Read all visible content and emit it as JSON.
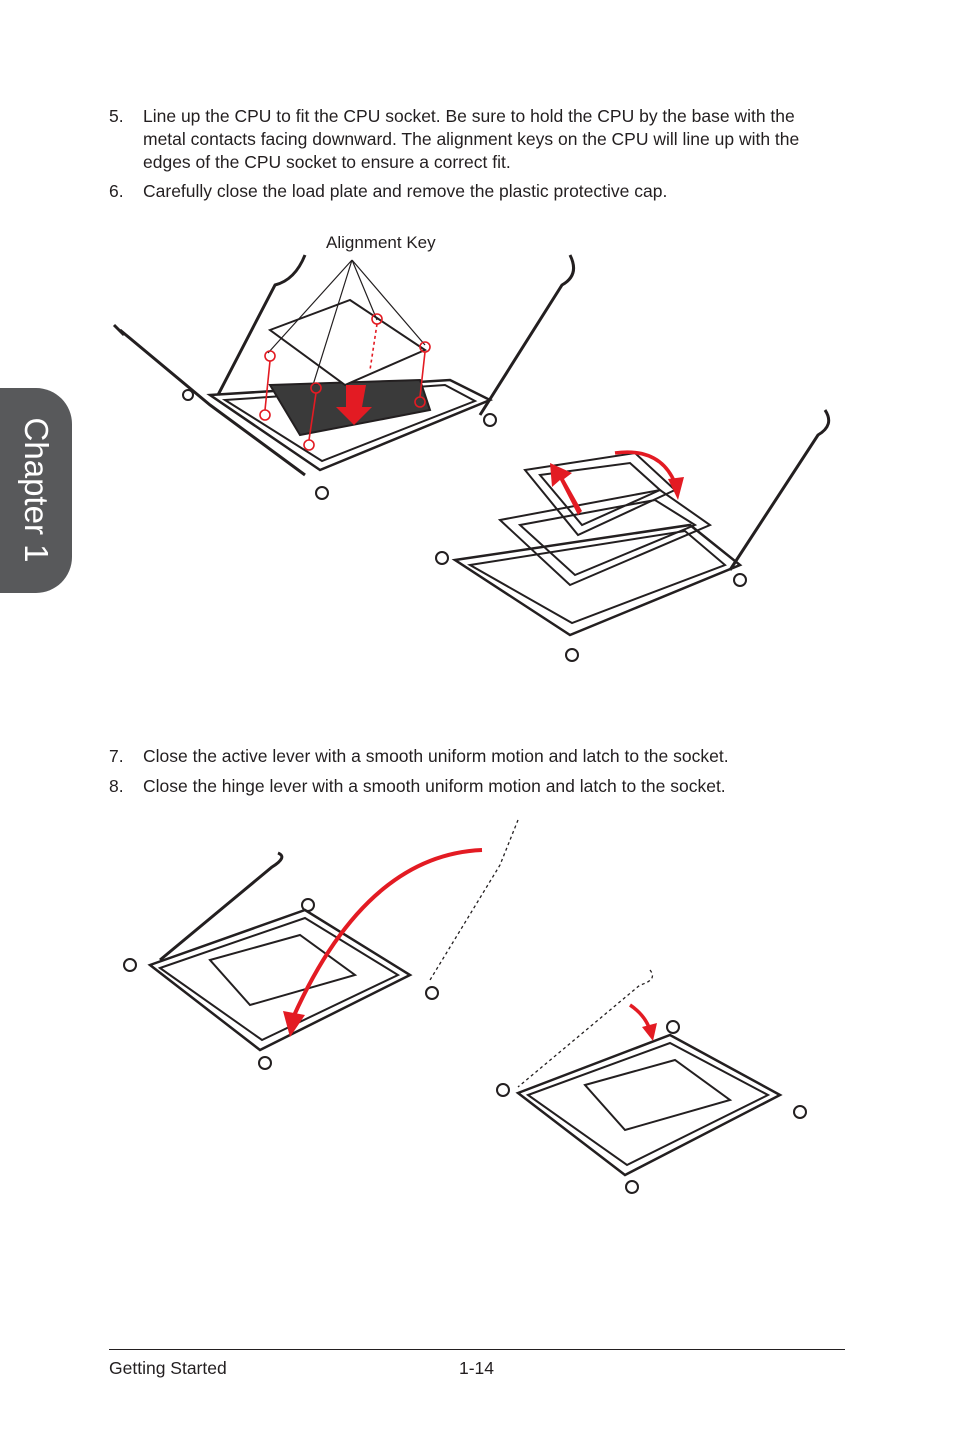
{
  "chapter_tab": "Chapter 1",
  "steps": [
    {
      "num": "5.",
      "text": "Line up the CPU to fit the CPU socket. Be sure to hold the CPU by the base with the metal contacts facing downward. The alignment keys on the CPU will line up with the edges of the CPU socket to ensure a correct fit."
    },
    {
      "num": "6.",
      "text": "Carefully close the load plate and remove the plastic protective cap."
    },
    {
      "num": "7.",
      "text": "Close the active lever with a smooth uniform motion and latch to the socket."
    },
    {
      "num": "8.",
      "text": "Close the hinge lever with a smooth uniform motion and latch to the socket."
    }
  ],
  "figure1": {
    "callout_label": "Alignment Key"
  },
  "footer": {
    "section": "Getting Started",
    "page": "1-14"
  },
  "colors": {
    "accent": "#e31b23",
    "chapter_tab": "#58595b",
    "text": "#231f20"
  }
}
